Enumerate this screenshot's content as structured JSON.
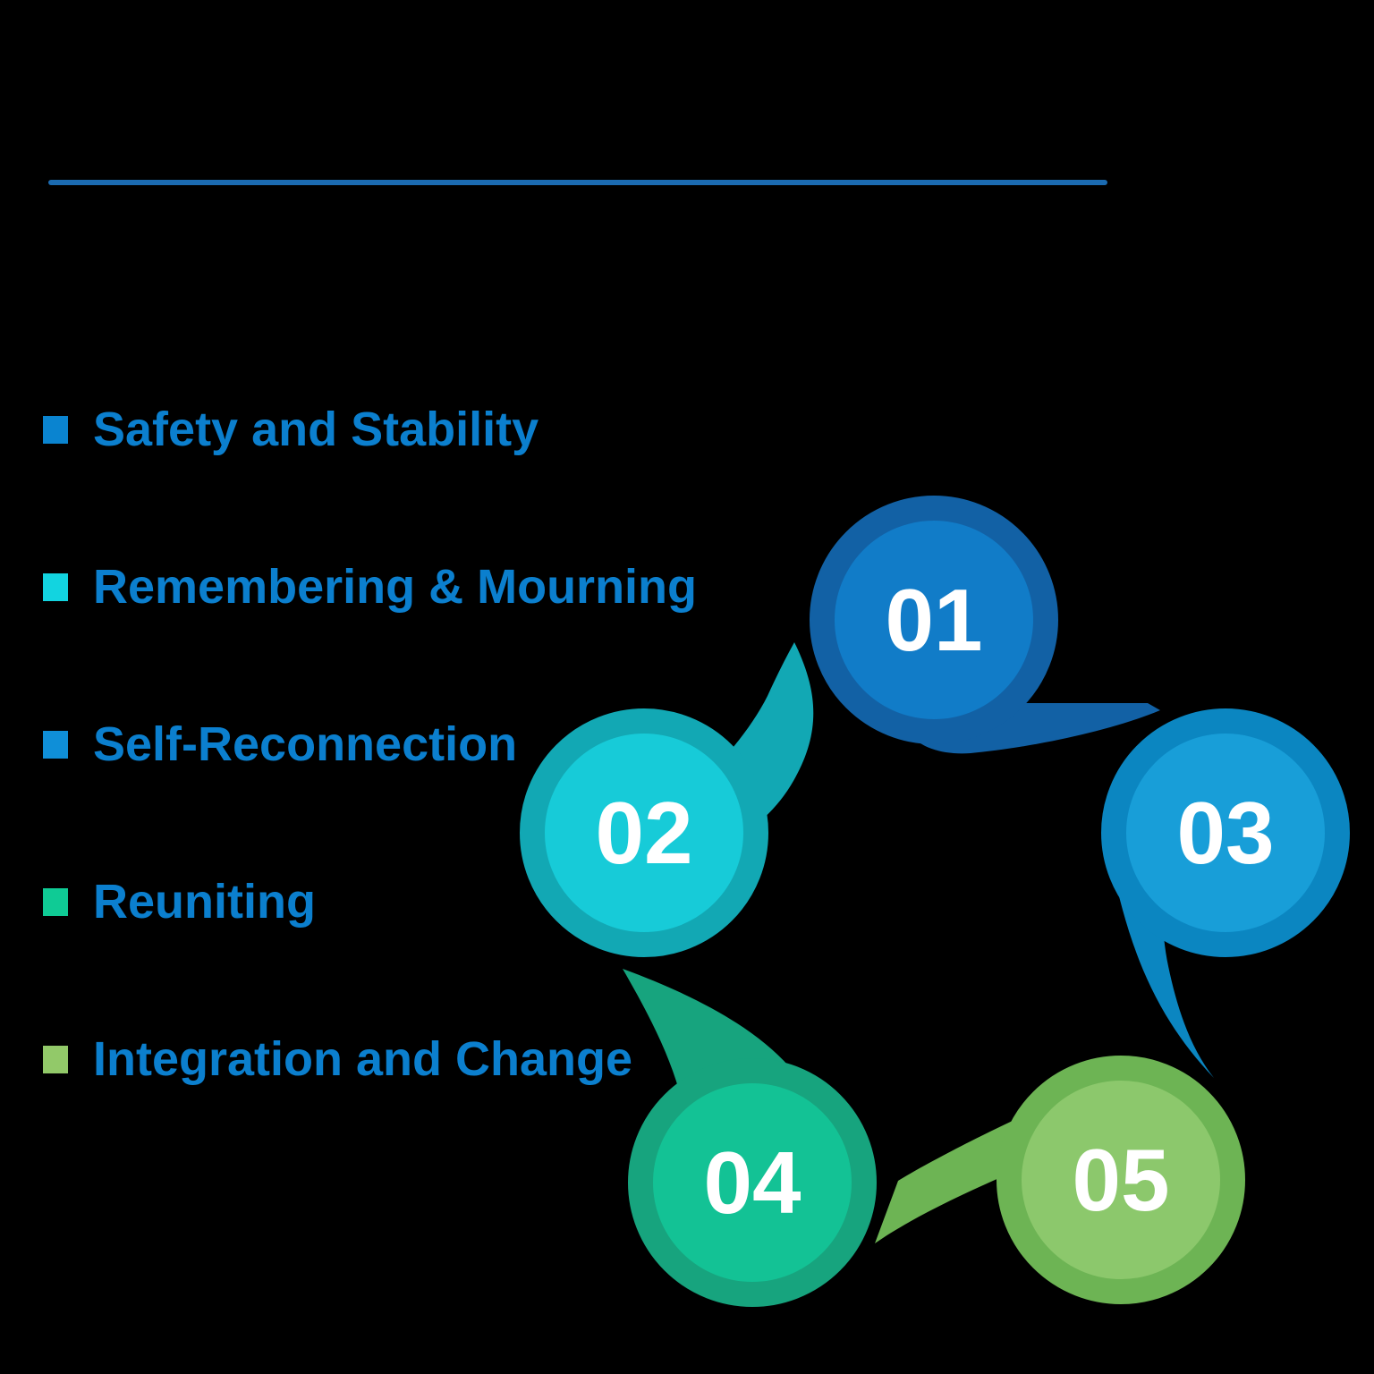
{
  "page": {
    "background": "#000000"
  },
  "divider": {
    "color": "#1B6BB1"
  },
  "legend": {
    "text_color": "#0B7FCE",
    "items": [
      {
        "label": "Safety and Stability",
        "bullet_color": "#0A84D0"
      },
      {
        "label": "Remembering & Mourning",
        "bullet_color": "#12D4E0"
      },
      {
        "label": "Self-Reconnection",
        "bullet_color": "#0F8FD8"
      },
      {
        "label": "Reuniting",
        "bullet_color": "#0FCB95"
      },
      {
        "label": "Integration and Change",
        "bullet_color": "#92C969"
      }
    ]
  },
  "cycle": {
    "number_color": "#FFFFFF",
    "steps": [
      {
        "number": "01",
        "ring_color": "#1261A5",
        "fill_color": "#117CC8"
      },
      {
        "number": "02",
        "ring_color": "#12A8B4",
        "fill_color": "#17CBD8"
      },
      {
        "number": "03",
        "ring_color": "#0B86C1",
        "fill_color": "#189ED8"
      },
      {
        "number": "04",
        "ring_color": "#17A47E",
        "fill_color": "#13C295"
      },
      {
        "number": "05",
        "ring_color": "#6DB454",
        "fill_color": "#8CC86C"
      }
    ]
  }
}
